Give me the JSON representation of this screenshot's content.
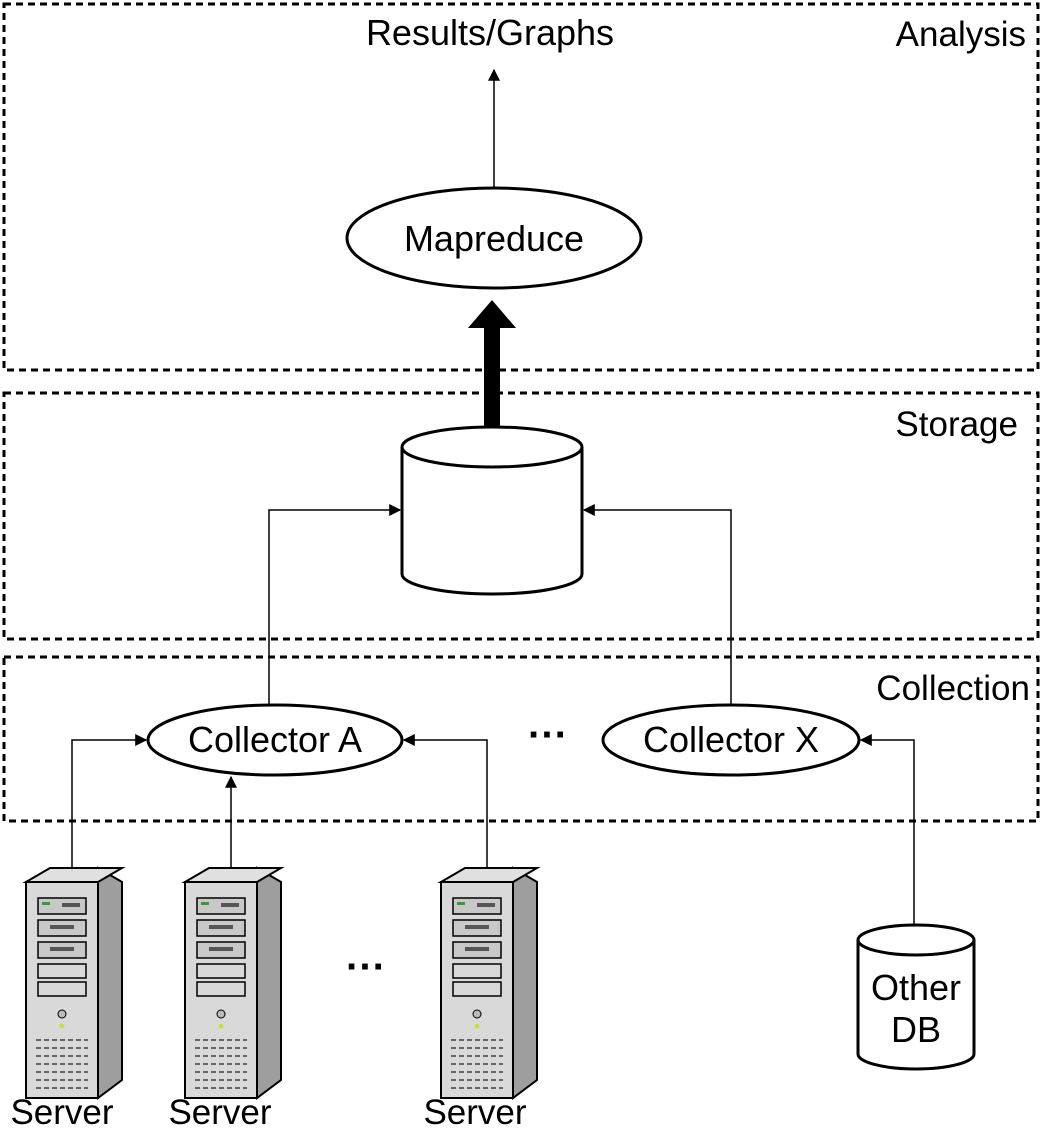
{
  "zones": {
    "analysis": "Analysis",
    "storage": "Storage",
    "collection": "Collection"
  },
  "analysis": {
    "output": "Results/Graphs",
    "processor": "Mapreduce"
  },
  "collection": {
    "collector_a": "Collector A",
    "collector_x": "Collector X",
    "ellipsis": "···"
  },
  "sources": {
    "servers": [
      "Server",
      "Server",
      "Server"
    ],
    "ellipsis": "···",
    "other_db_line1": "Other",
    "other_db_line2": "DB"
  },
  "icons": {
    "storage": "database-cylinder-icon",
    "server": "server-tower-icon",
    "other_db": "database-cylinder-icon"
  },
  "colors": {
    "stroke": "#000000",
    "background": "#ffffff",
    "server_body": "#d9d9d9",
    "server_side": "#a6a6a6"
  }
}
